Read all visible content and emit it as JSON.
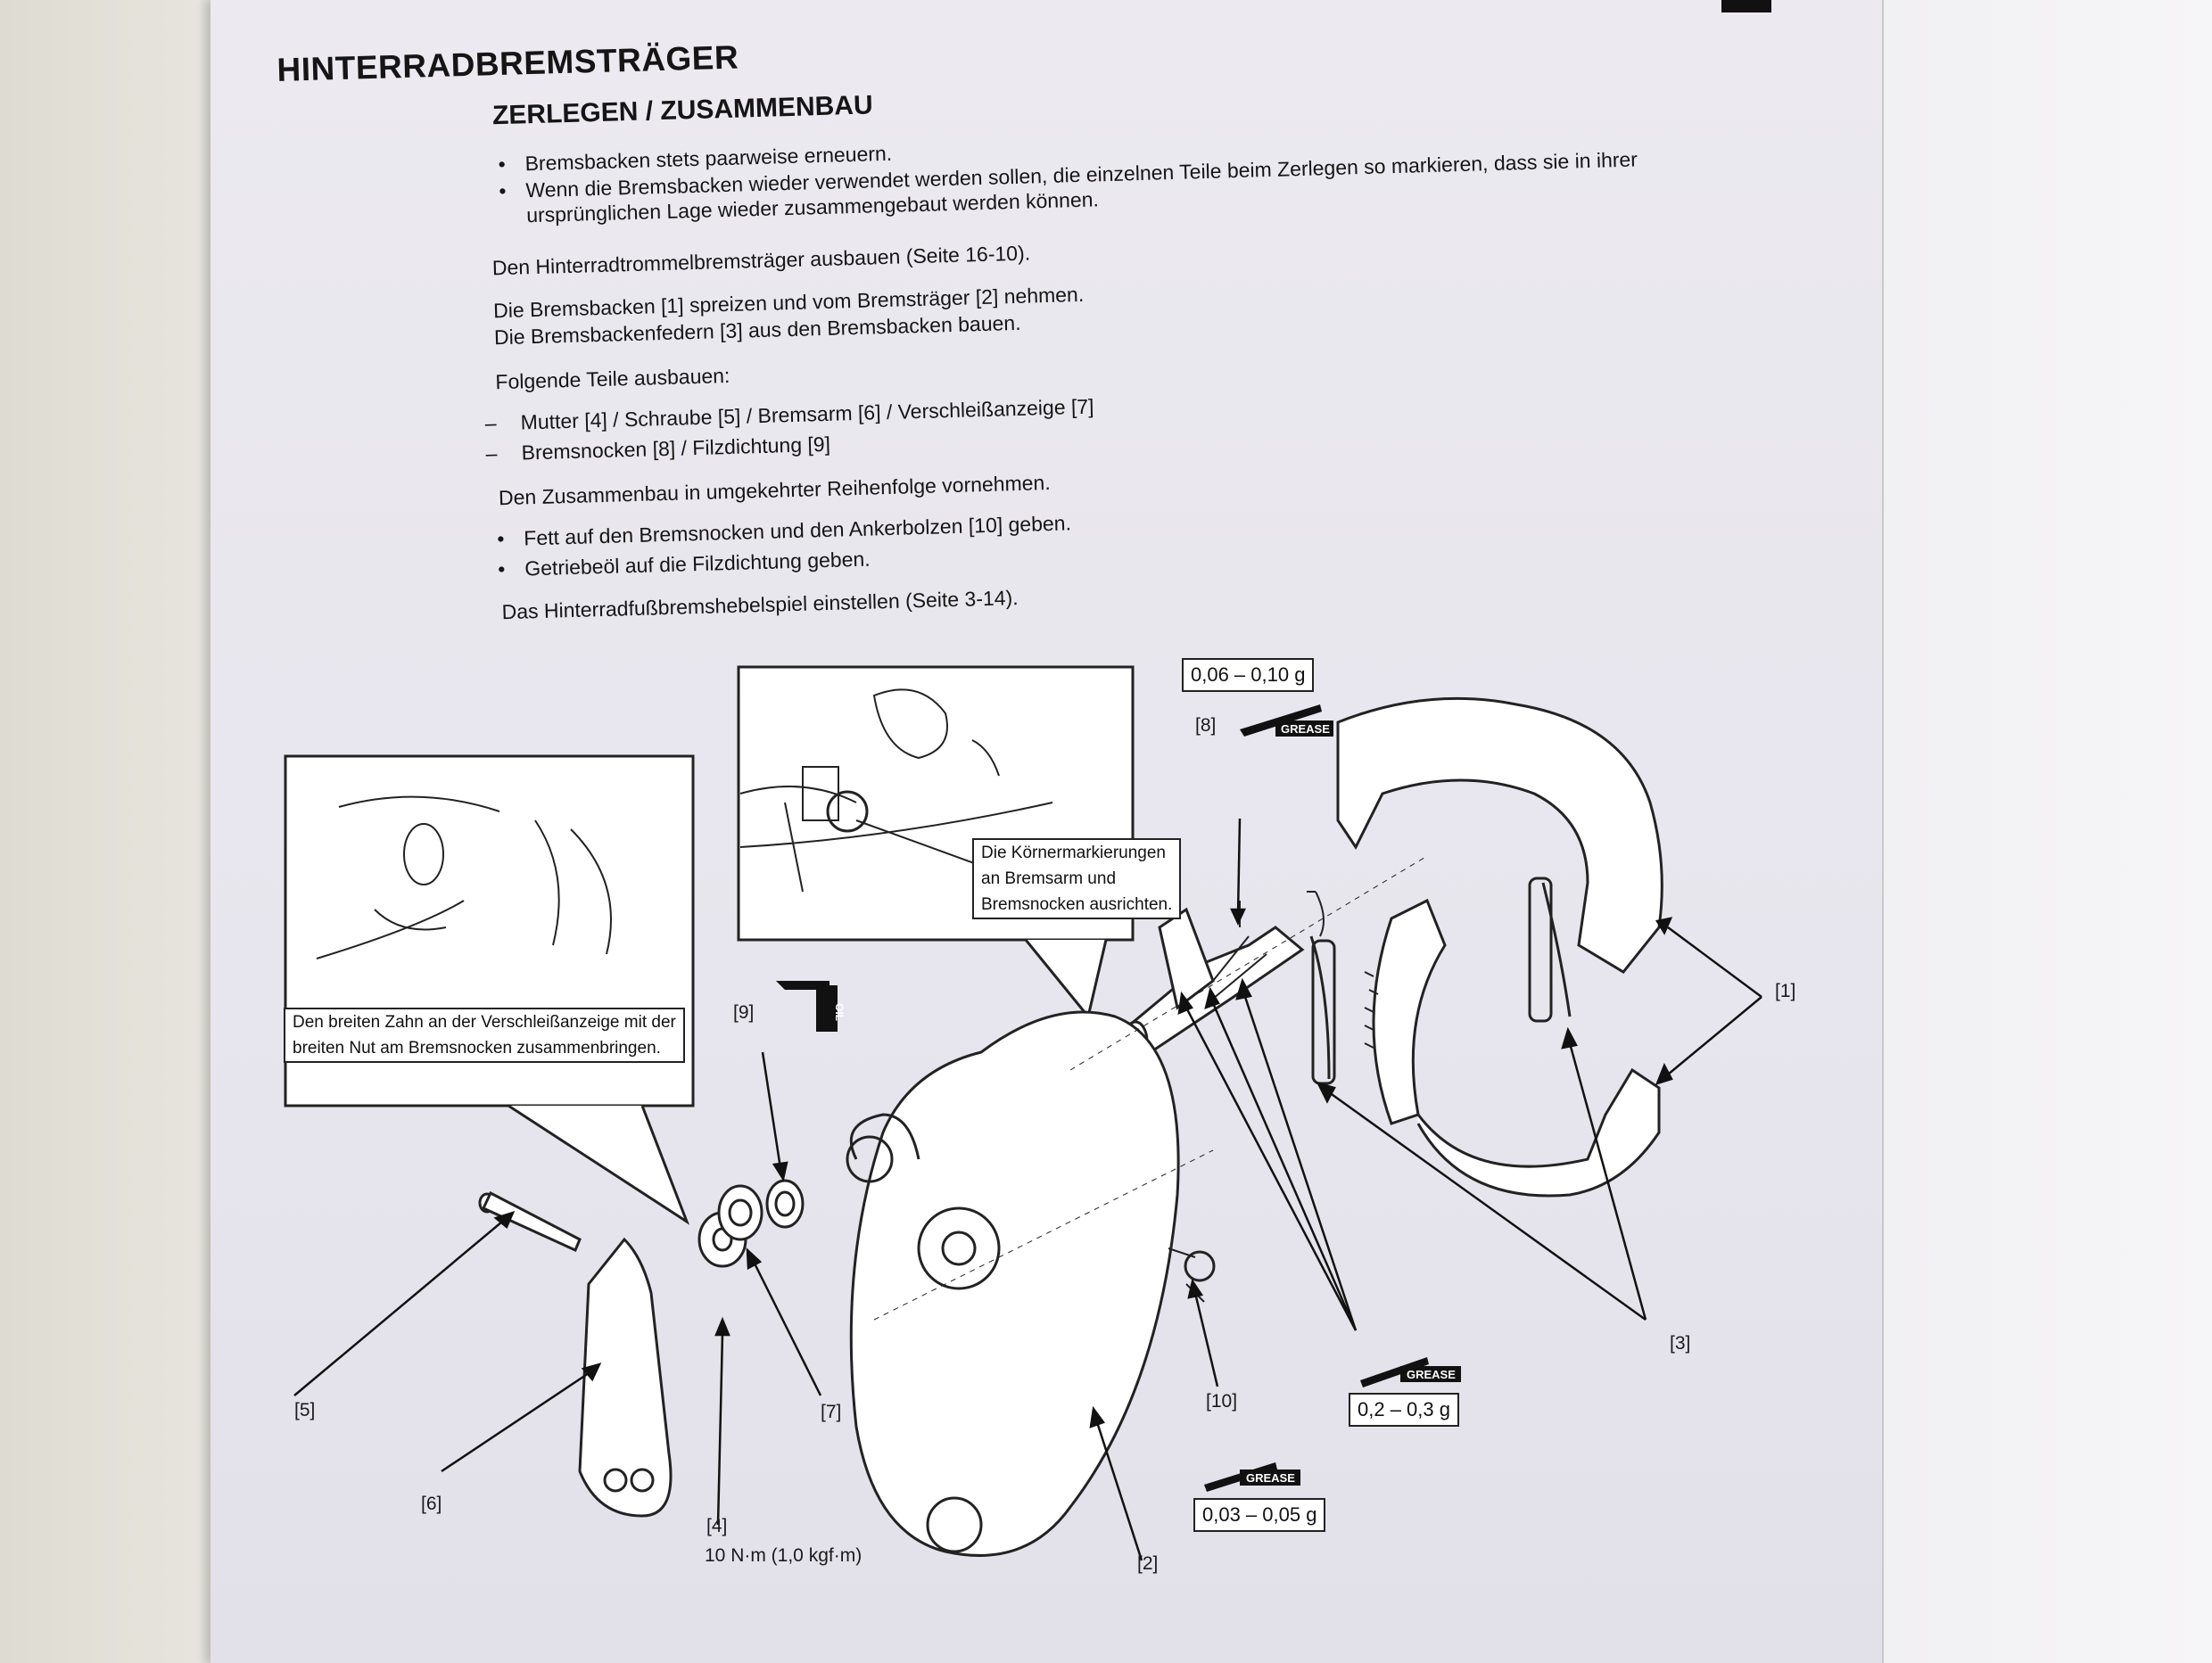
{
  "document": {
    "title": "HINTERRADBREMSTRÄGER",
    "subtitle": "ZERLEGEN / ZUSAMMENBAU",
    "notes": [
      "Bremsbacken stets paarweise erneuern.",
      "Wenn die Bremsbacken wieder verwendet werden sollen, die einzelnen Teile beim Zerlegen so markieren, dass sie in ihrer",
      "ursprünglichen Lage wieder zusammengebaut werden können."
    ],
    "step1": "Den Hinterradtrommelbremsträger ausbauen (Seite 16-10).",
    "step2a": "Die Bremsbacken [1] spreizen und vom Bremsträger [2] nehmen.",
    "step2b": "Die Bremsbackenfedern [3] aus den Bremsbacken bauen.",
    "step3": "Folgende Teile ausbauen:",
    "remove_list": [
      "Mutter [4] / Schraube [5] / Bremsarm [6] / Verschleißanzeige [7]",
      "Bremsnocken [8] / Filzdichtung [9]"
    ],
    "step4": "Den Zusammenbau in umgekehrter Reihenfolge vornehmen.",
    "assembly_list": [
      "Fett auf den Bremsnocken und den Ankerbolzen [10] geben.",
      "Getriebeöl auf die Filzdichtung geben."
    ],
    "step5": "Das Hinterradfußbremshebelspiel einstellen (Seite 3-14)."
  },
  "diagram": {
    "callout_left": [
      "Den breiten Zahn an der Verschleißanzeige mit der",
      "breiten Nut am Bremsnocken zusammenbringen."
    ],
    "callout_center": [
      "Die Körnermarkierungen",
      "an Bremsarm und",
      "Bremsnocken ausrichten."
    ],
    "qty_cam": "0,06 – 0,10 g",
    "qty_anchor": "0,2 – 0,3 g",
    "qty_pin": "0,03 – 0,05 g",
    "grease_label": "GREASE",
    "oil_label": "OIL",
    "torque": "10 N·m (1,0 kgf·m)",
    "parts": {
      "p1": "[1]",
      "p2": "[2]",
      "p3": "[3]",
      "p4": "[4]",
      "p5": "[5]",
      "p6": "[6]",
      "p7": "[7]",
      "p8": "[8]",
      "p9": "[9]",
      "p10": "[10]"
    }
  }
}
